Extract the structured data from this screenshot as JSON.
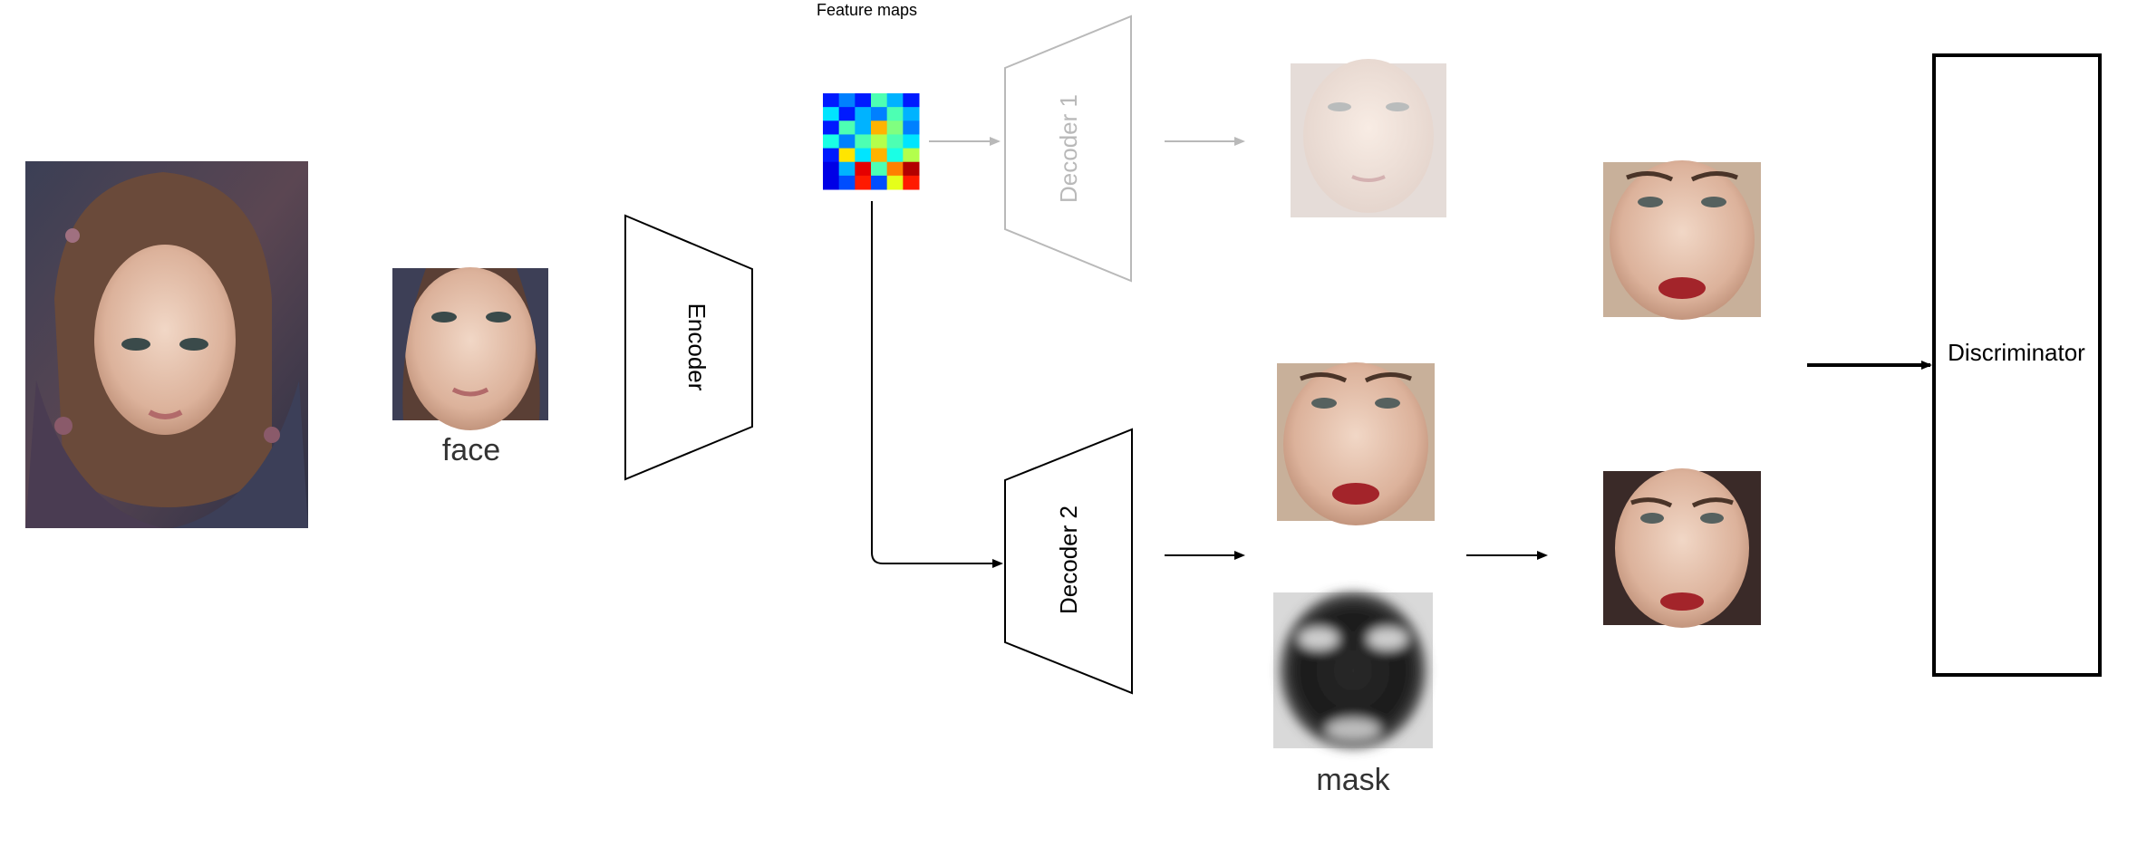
{
  "labels": {
    "feature_maps": "Feature maps",
    "face": "face",
    "encoder": "Encoder",
    "decoder1": "Decoder 1",
    "decoder2": "Decoder 2",
    "mask": "mask",
    "discriminator": "Discriminator"
  },
  "colors": {
    "stroke": "#000000",
    "faded": "#b9b9b9",
    "background": "#ffffff"
  },
  "feature_map_cells": [
    [
      0.15,
      0.25,
      0.15,
      0.45,
      0.3,
      0.15
    ],
    [
      0.35,
      0.15,
      0.3,
      0.25,
      0.45,
      0.3
    ],
    [
      0.15,
      0.45,
      0.3,
      0.7,
      0.5,
      0.25
    ],
    [
      0.4,
      0.25,
      0.45,
      0.55,
      0.45,
      0.35
    ],
    [
      0.15,
      0.65,
      0.35,
      0.7,
      0.4,
      0.55
    ],
    [
      0.1,
      0.3,
      0.9,
      0.45,
      0.75,
      0.95
    ],
    [
      0.1,
      0.2,
      0.85,
      0.2,
      0.6,
      0.85
    ]
  ]
}
